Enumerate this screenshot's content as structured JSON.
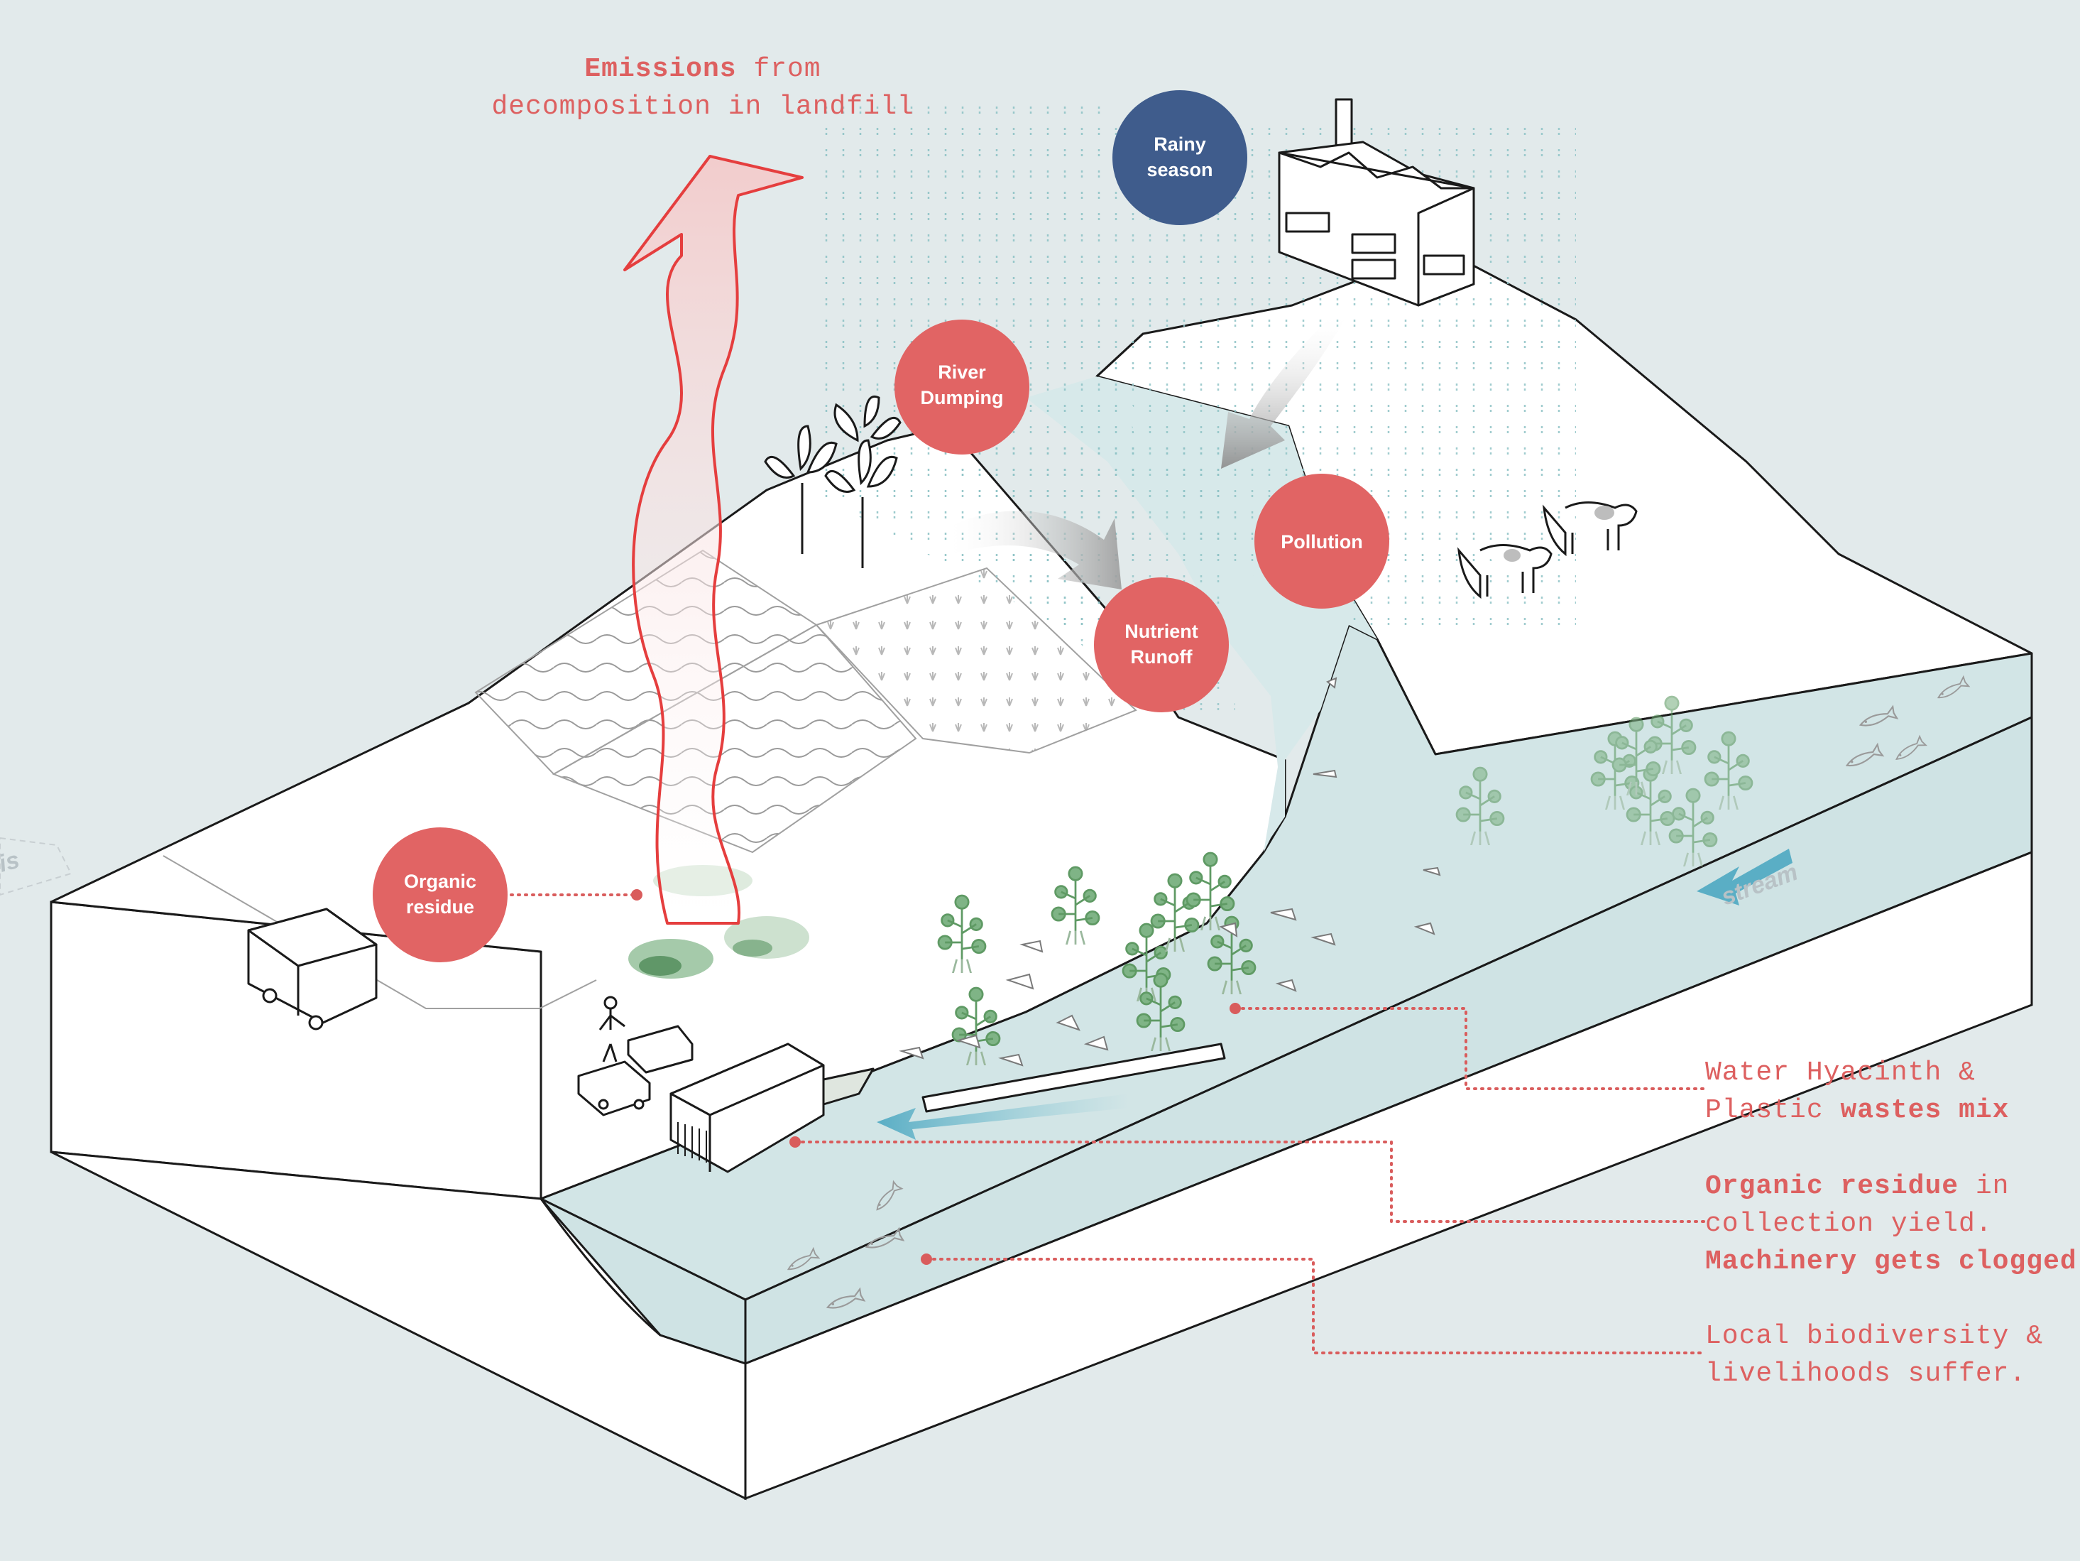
{
  "emissions": {
    "bold": "Emissions",
    "rest": " from",
    "line2": "decomposition in landfill"
  },
  "bubbles": {
    "rainy": [
      "Rainy",
      "season"
    ],
    "river_dumping": [
      "River",
      "Dumping"
    ],
    "pollution": [
      "Pollution"
    ],
    "nutrient_runoff": [
      "Nutrient",
      "Runoff"
    ],
    "organic_residue": [
      "Organic",
      "residue"
    ]
  },
  "stream_label": "stream",
  "edge_label": "is",
  "annotations": {
    "hyacinth": {
      "l1": "Water Hyacinth &",
      "l2a": "Plastic ",
      "l2b": "wastes mix"
    },
    "residue": {
      "l1a": "Organic residue",
      "l1b": " in",
      "l2": "collection yield.",
      "l3": "Machinery gets clogged"
    },
    "biodiversity": {
      "l1": "Local biodiversity &",
      "l2": "livelihoods suffer."
    }
  },
  "colors": {
    "background": "#e2eaeb",
    "red": "#e16464",
    "blue": "#3f5c8c",
    "water": "#d2e5e6"
  }
}
